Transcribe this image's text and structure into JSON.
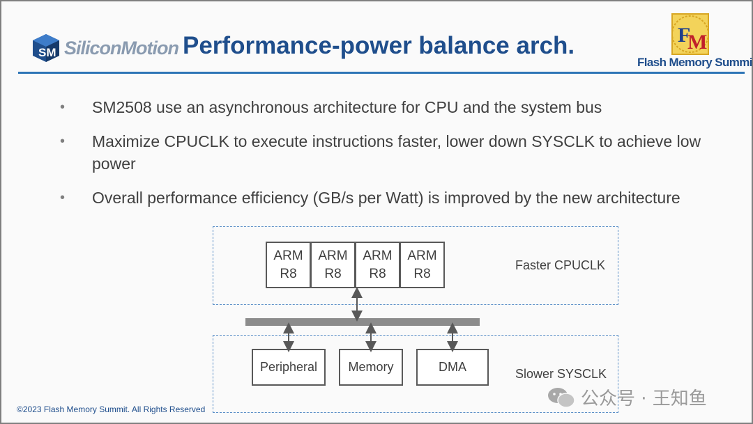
{
  "header": {
    "logo_text": "SiliconMotion",
    "title": "Performance-power balance arch.",
    "event_logo_label": "Flash Memory Summit"
  },
  "bullets": [
    "SM2508 use an asynchronous architecture for CPU and the system bus",
    "Maximize CPUCLK to execute instructions faster, lower down SYSCLK to achieve low power",
    "Overall performance efficiency (GB/s per Watt) is improved by the new architecture"
  ],
  "diagram": {
    "cpu_zone_label": "Faster CPUCLK",
    "sys_zone_label": "Slower SYSCLK",
    "cores": [
      {
        "line1": "ARM",
        "line2": "R8"
      },
      {
        "line1": "ARM",
        "line2": "R8"
      },
      {
        "line1": "ARM",
        "line2": "R8"
      },
      {
        "line1": "ARM",
        "line2": "R8"
      }
    ],
    "peripherals": [
      "Peripheral",
      "Memory",
      "DMA"
    ]
  },
  "footer": {
    "copyright": "©2023 Flash Memory Summit. All Rights Reserved",
    "watermark": "公众号 · 王知鱼"
  },
  "colors": {
    "title_blue": "#1f4e8c",
    "rule_blue": "#2e75b6",
    "dash_blue": "#5b8fc7",
    "bus_gray": "#8c8c8c"
  }
}
